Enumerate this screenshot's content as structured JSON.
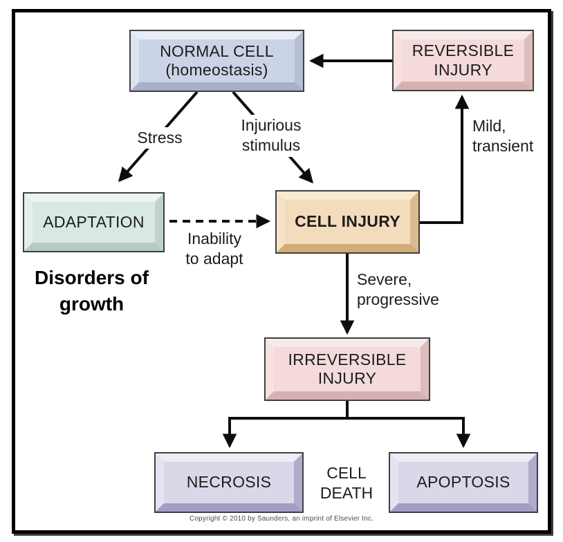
{
  "frame": {
    "copyright": "Copyright © 2010 by Saunders, an imprint of Elsevier Inc."
  },
  "nodes": {
    "normal_cell": {
      "line1": "NORMAL CELL",
      "line2": "(homeostasis)",
      "fill": "#cbd4e6"
    },
    "reversible_injury": {
      "line1": "REVERSIBLE",
      "line2": "INJURY",
      "fill": "#f4dada"
    },
    "adaptation": {
      "line1": "ADAPTATION",
      "fill": "#d9e8e4"
    },
    "cell_injury": {
      "line1": "CELL INJURY",
      "fill": "#f3dcbc"
    },
    "irreversible_injury": {
      "line1": "IRREVERSIBLE",
      "line2": "INJURY",
      "fill": "#f4dada"
    },
    "necrosis": {
      "line1": "NECROSIS",
      "fill": "#dcd6e9"
    },
    "apoptosis": {
      "line1": "APOPTOSIS",
      "fill": "#dcd6e9"
    }
  },
  "edge_labels": {
    "stress": {
      "line1": "Stress"
    },
    "injurious_stimulus": {
      "line1": "Injurious",
      "line2": "stimulus"
    },
    "mild_transient": {
      "line1": "Mild,",
      "line2": "transient"
    },
    "inability_to_adapt": {
      "line1": "Inability",
      "line2": "to adapt"
    },
    "severe_progressive": {
      "line1": "Severe,",
      "line2": "progressive"
    }
  },
  "annotations": {
    "disorders_of_growth": {
      "line1": "Disorders of",
      "line2": "growth"
    },
    "cell_death": {
      "line1": "CELL",
      "line2": "DEATH"
    }
  },
  "style": {
    "line_color": "#0d0d0d",
    "frame_border_color": "#000000"
  }
}
